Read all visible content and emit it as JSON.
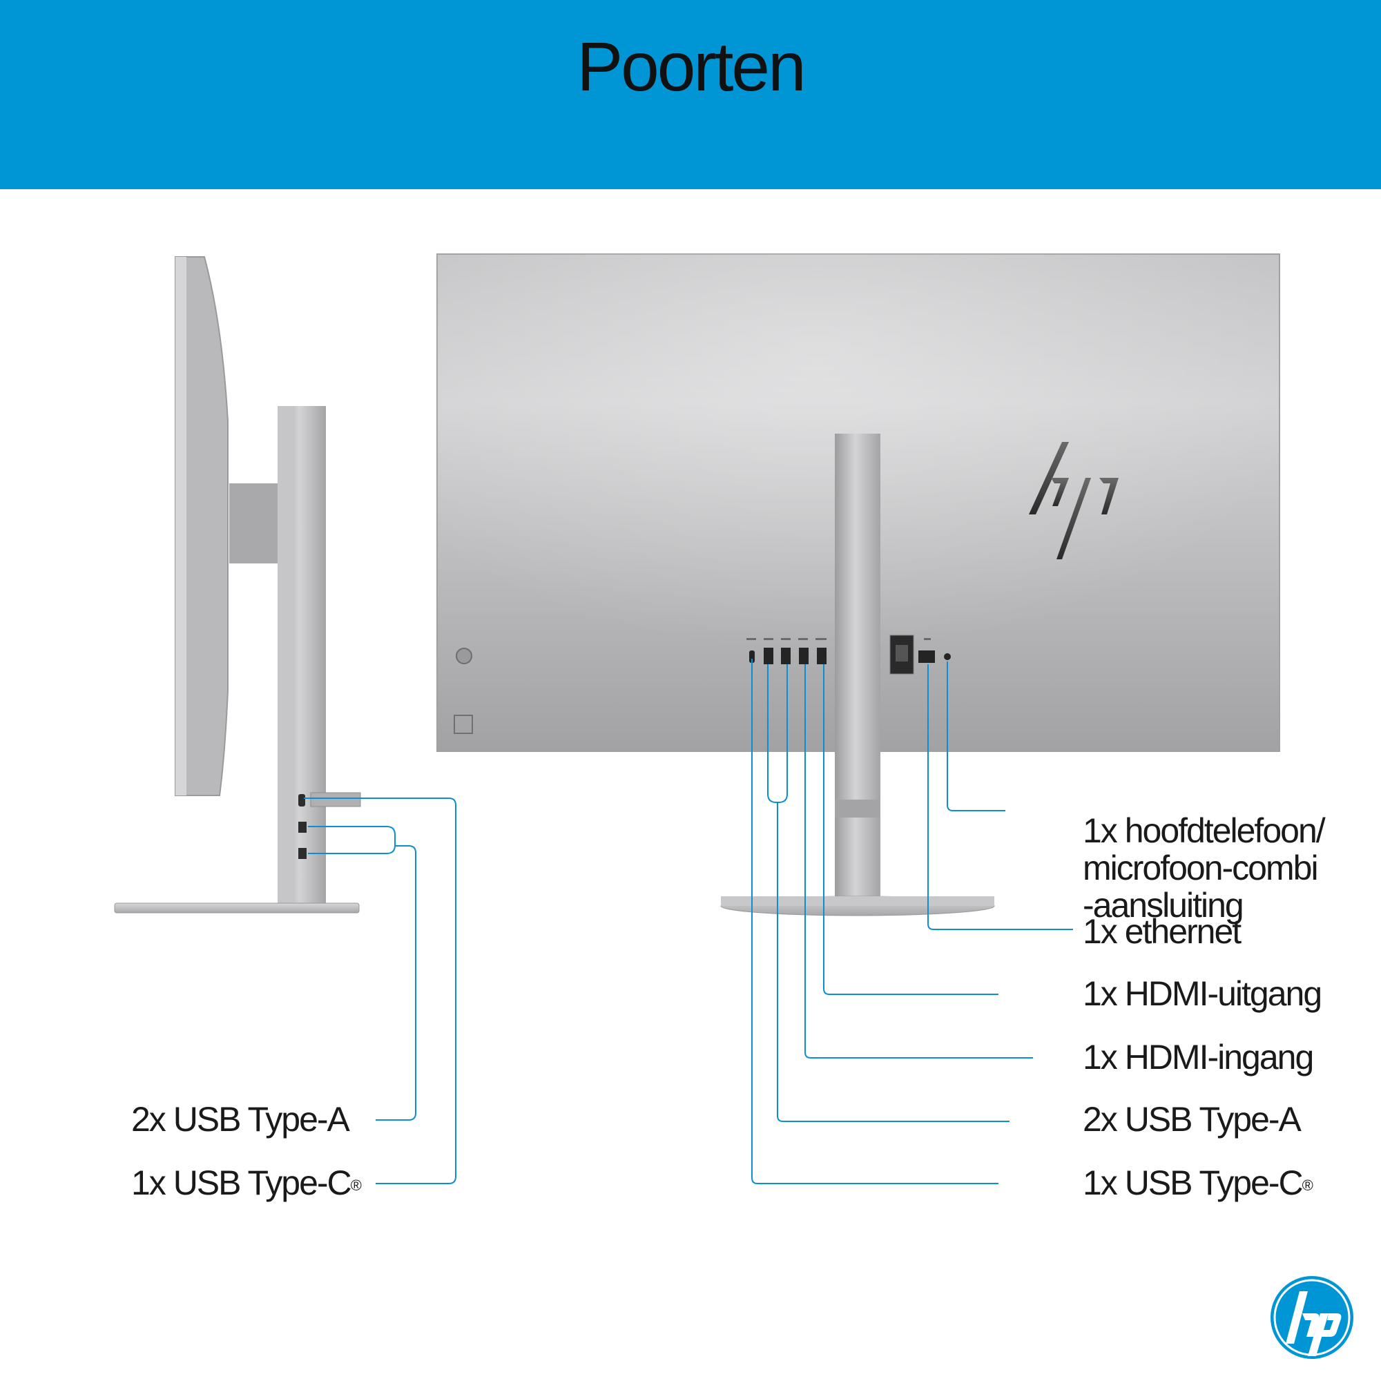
{
  "header": {
    "title": "Poorten"
  },
  "colors": {
    "brand_blue": "#0096d6",
    "leader_line": "#0a8fd4",
    "monitor_silver": "#b0b0b0"
  },
  "side_view": {
    "labels": {
      "usb_a": "2x USB Type-A",
      "usb_c": "1x USB Type-C",
      "usb_c_mark": "®"
    }
  },
  "back_view": {
    "rear_logo": "hp",
    "labels": {
      "audio": "1x hoofdtelefoon/\nmicrofoon-combi\n-aansluiting",
      "ethernet": "1x ethernet",
      "hdmi_out": "1x HDMI-uitgang",
      "hdmi_in": "1x HDMI-ingang",
      "usb_a": "2x USB Type-A",
      "usb_c": "1x USB Type-C",
      "usb_c_mark": "®"
    }
  },
  "logo": {
    "text": "hp",
    "icon": "hp-logo-icon"
  }
}
